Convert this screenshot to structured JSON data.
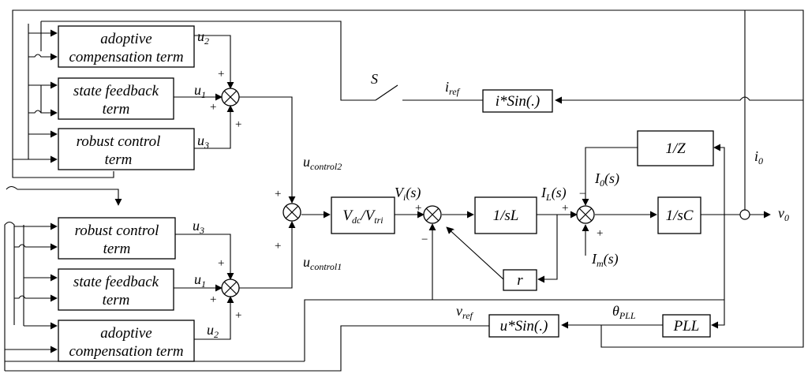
{
  "blocks": {
    "adaptive_upper_line1": "adoptive",
    "adaptive_upper_line2": "compensation term",
    "state_upper_line1": "state feedback",
    "state_upper_line2": "term",
    "robust_upper_line1": "robust control",
    "robust_upper_line2": "term",
    "robust_lower_line1": "robust control",
    "robust_lower_line2": "term",
    "state_lower_line1": "state feedback",
    "state_lower_line2": "term",
    "adaptive_lower_line1": "adoptive",
    "adaptive_lower_line2": "compensation term",
    "vdc_vtri": {
      "main": "V",
      "sub1": "dc",
      "sep": "/V",
      "sub2": "tri"
    },
    "one_over_sL": "1/sL",
    "r": "r",
    "one_over_Z": "1/Z",
    "one_over_sC": "1/sC",
    "i_sin": "i*Sin(.)",
    "u_sin": "u*Sin(.)",
    "pll": "PLL"
  },
  "labels": {
    "u2_upper": {
      "main": "u",
      "sub": "2"
    },
    "u1_upper": {
      "main": "u",
      "sub": "1"
    },
    "u3_upper": {
      "main": "u",
      "sub": "3"
    },
    "u3_lower": {
      "main": "u",
      "sub": "3"
    },
    "u1_lower": {
      "main": "u",
      "sub": "1"
    },
    "u2_lower": {
      "main": "u",
      "sub": "2"
    },
    "ucontrol2": {
      "main": "u",
      "sub": "control2"
    },
    "ucontrol1": {
      "main": "u",
      "sub": "control1"
    },
    "vi": {
      "main": "V",
      "sub": "i",
      "tail": "(s)"
    },
    "il": {
      "main": "I",
      "sub": "L",
      "tail": "(s)"
    },
    "i0s": {
      "main": "I",
      "sub": "0",
      "tail": "(s)"
    },
    "ims": {
      "main": "I",
      "sub": "m",
      "tail": "(s)"
    },
    "i0": {
      "main": "i",
      "sub": "0"
    },
    "v0": {
      "main": "v",
      "sub": "0"
    },
    "iref": {
      "main": "i",
      "sub": "ref"
    },
    "vref": {
      "main": "v",
      "sub": "ref"
    },
    "theta": {
      "main": "θ",
      "sub": "PLL"
    },
    "switch": "S"
  },
  "signs": {
    "plus": "+",
    "minus": "−"
  }
}
